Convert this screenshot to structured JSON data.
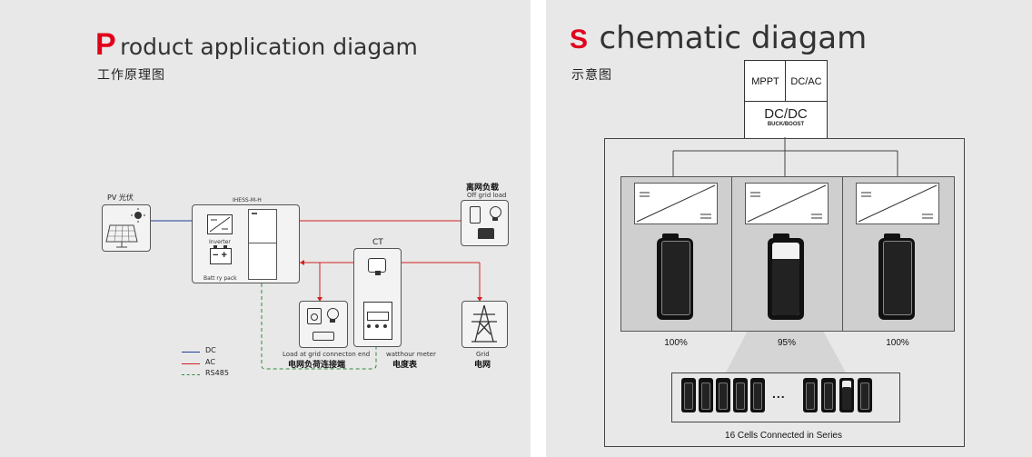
{
  "left": {
    "title_letter": "P",
    "title_rest": "roduct application diagam",
    "subtitle": "工作原理图",
    "pv_label": "PV 光伏",
    "device_label": "IHESS-M-H",
    "inverter_label": "Inverter",
    "battery_label": "Batt  ry pack",
    "offgrid_cn": "离网负载",
    "offgrid_en": "Off grid load",
    "ct_label": "CT",
    "load_en": "Load at grid connecton end",
    "load_cn": "电网负荷连接端",
    "meter_en": "watthour meter",
    "meter_cn": "电度表",
    "grid_en": "Grid",
    "grid_cn": "电网",
    "legend": [
      {
        "label": "DC",
        "color": "#1f3f99",
        "style": "solid"
      },
      {
        "label": "AC",
        "color": "#d42020",
        "style": "solid"
      },
      {
        "label": "RS485",
        "color": "#2e8b3a",
        "style": "dashed"
      }
    ]
  },
  "right": {
    "title_letter": "S",
    "title_rest": "chematic diagam",
    "subtitle": "示意图",
    "mppt": "MPPT",
    "dcac": "DC/AC",
    "dcdc": "DC/DC",
    "buck": "BUCK/BOOST",
    "modules": [
      {
        "percent": "100%",
        "charge": 1.0
      },
      {
        "percent": "95%",
        "charge": 0.95
      },
      {
        "percent": "100%",
        "charge": 1.0
      }
    ],
    "cells_ellipsis": "...",
    "cells_caption": "16 Cells Connected in Series"
  }
}
